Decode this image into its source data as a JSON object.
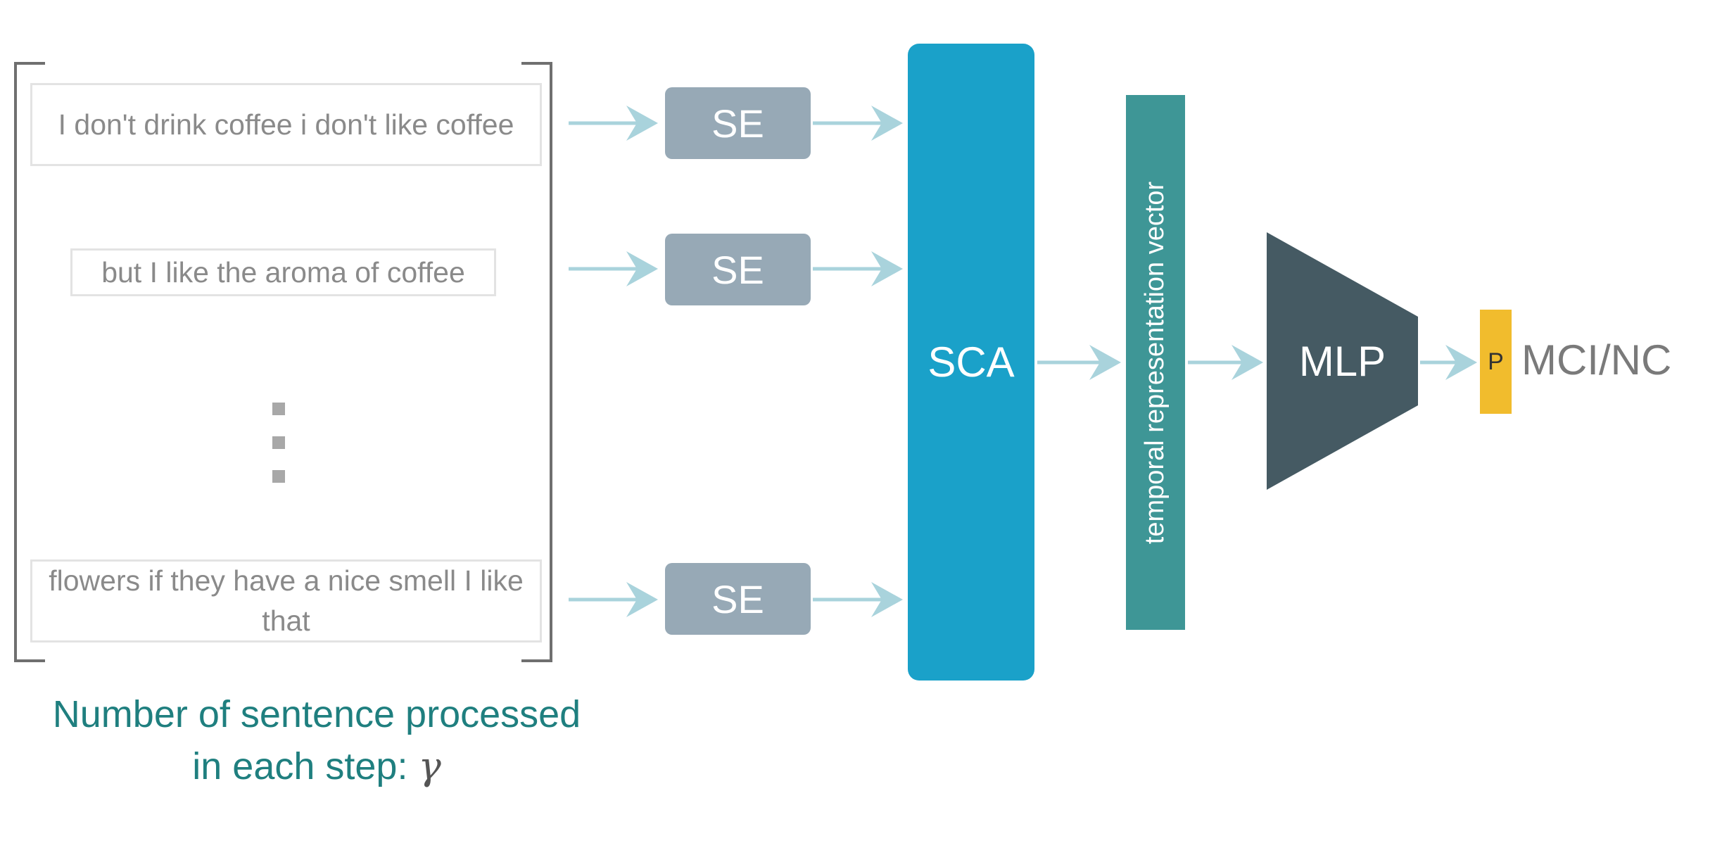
{
  "sentences": [
    "I  don't drink coffee i don't like coffee",
    "but I like the aroma of coffee",
    "flowers if they have a nice smell I like that"
  ],
  "encoder_label": "SE",
  "attention_label": "SCA",
  "vector_label": "temporal representation vector",
  "classifier_label": "MLP",
  "probability_label": "P",
  "output_label": "MCI/NC",
  "caption": {
    "line1": "Number of sentence processed",
    "line2": "in each step:",
    "symbol": "γ"
  },
  "colors": {
    "encoder": "#97a9b6",
    "attention": "#1aa1c9",
    "vector": "#3e9696",
    "classifier": "#455a63",
    "probability": "#f1bc2d",
    "arrows": "#a9d3dc",
    "caption": "#1f7f7f"
  }
}
